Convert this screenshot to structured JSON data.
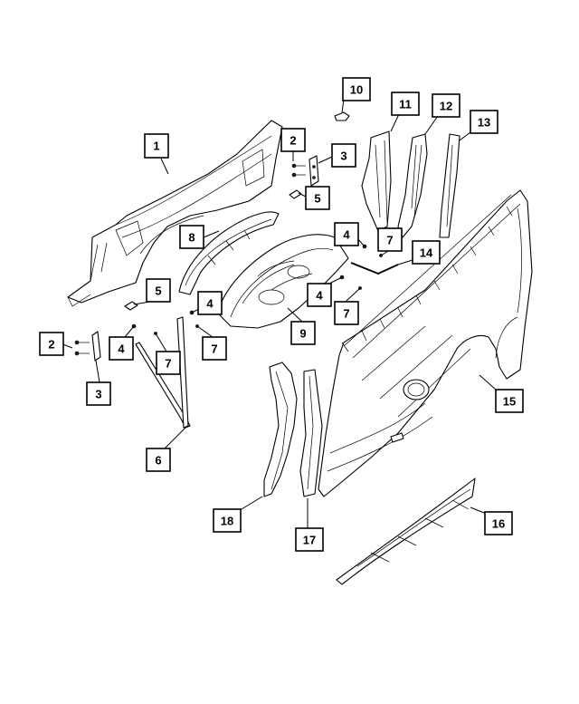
{
  "diagram": {
    "callouts": [
      {
        "id": "c1",
        "label": "1"
      },
      {
        "id": "c2a",
        "label": "2"
      },
      {
        "id": "c3a",
        "label": "3"
      },
      {
        "id": "c5a",
        "label": "5"
      },
      {
        "id": "c10",
        "label": "10"
      },
      {
        "id": "c11",
        "label": "11"
      },
      {
        "id": "c12",
        "label": "12"
      },
      {
        "id": "c13",
        "label": "13"
      },
      {
        "id": "c8",
        "label": "8"
      },
      {
        "id": "c4a",
        "label": "4"
      },
      {
        "id": "c7a",
        "label": "7"
      },
      {
        "id": "c14",
        "label": "14"
      },
      {
        "id": "c5b",
        "label": "5"
      },
      {
        "id": "c4b",
        "label": "4"
      },
      {
        "id": "c4c",
        "label": "4"
      },
      {
        "id": "c7b",
        "label": "7"
      },
      {
        "id": "c9",
        "label": "9"
      },
      {
        "id": "c2b",
        "label": "2"
      },
      {
        "id": "c4d",
        "label": "4"
      },
      {
        "id": "c7c",
        "label": "7"
      },
      {
        "id": "c7d",
        "label": "7"
      },
      {
        "id": "c3b",
        "label": "3"
      },
      {
        "id": "c15",
        "label": "15"
      },
      {
        "id": "c6",
        "label": "6"
      },
      {
        "id": "c18",
        "label": "18"
      },
      {
        "id": "c16",
        "label": "16"
      },
      {
        "id": "c17",
        "label": "17"
      }
    ]
  }
}
